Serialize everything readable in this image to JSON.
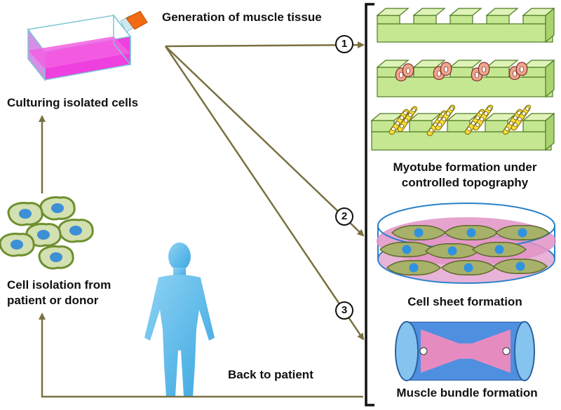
{
  "title": "Generation of muscle tissue",
  "labels": {
    "culturing": "Culturing isolated cells",
    "isolation_line1": "Cell isolation from",
    "isolation_line2": "patient or donor",
    "back": "Back to patient",
    "myotube_line1": "Myotube formation under",
    "myotube_line2": "controlled topography",
    "cell_sheet": "Cell sheet formation",
    "bundle": "Muscle bundle formation"
  },
  "steps": [
    "1",
    "2",
    "3"
  ],
  "colors": {
    "arrow": "#7a7040",
    "scaffold": "#c6e792",
    "scaffold_edge": "#5f8a2a",
    "flask_liquid": "#ee3fdf",
    "flask_cap": "#f26a14",
    "cell_body": "#b5c98a",
    "cell_nucleus": "#3d8fd6",
    "human": "#4fb4e6",
    "dish_pink": "#e293c6",
    "bundle_blue": "#4f8fe0"
  }
}
